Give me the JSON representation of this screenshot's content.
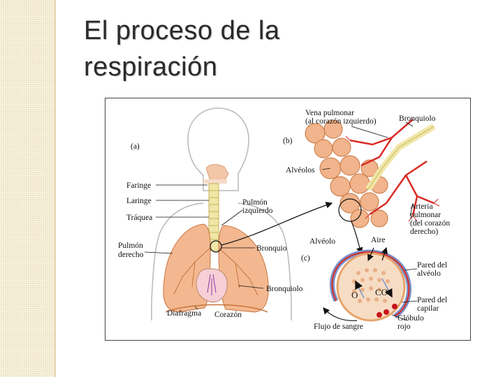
{
  "title_line1": "El proceso de la",
  "title_line2": "respiración",
  "diagram": {
    "panel_a": "(a)",
    "panel_b": "(b)",
    "panel_c": "(c)",
    "faringe": "Faringe",
    "laringe": "Laringe",
    "traquea": "Tráquea",
    "pulmon_izq_1": "Pulmón",
    "pulmon_izq_2": "izquierdo",
    "pulmon_der_1": "Pulmón",
    "pulmon_der_2": "derecho",
    "bronquio": "Bronquio",
    "bronquiolo_a": "Bronquiolo",
    "diafragma": "Diafragma",
    "corazon": "Corazón",
    "vena_1": "Vena pulmonar",
    "vena_2": "(al corazón izquierdo)",
    "bronquiolo_b": "Bronquiolo",
    "alveolos": "Alvéolos",
    "arteria_1": "Arteria",
    "arteria_2": "pulmonar",
    "arteria_3": "(del corazón",
    "arteria_4": "derecho)",
    "alveolo": "Alvéolo",
    "aire": "Aire",
    "pared_alv_1": "Pared del",
    "pared_alv_2": "alvéolo",
    "pared_cap_1": "Pared del",
    "pared_cap_2": "capilar",
    "globulo_1": "Glóbulo",
    "globulo_2": "rojo",
    "flujo": "Flujo de sangre",
    "o_mark": "O",
    "co_mark": "CO"
  },
  "colors": {
    "lung": "#f3b890",
    "lung_edge": "#c8743e",
    "airway": "#f0e6a8",
    "alveoli": "#f1b48c",
    "artery": "#d92a24",
    "vein": "#c8141a",
    "capillary_blue": "#7c92c8"
  }
}
